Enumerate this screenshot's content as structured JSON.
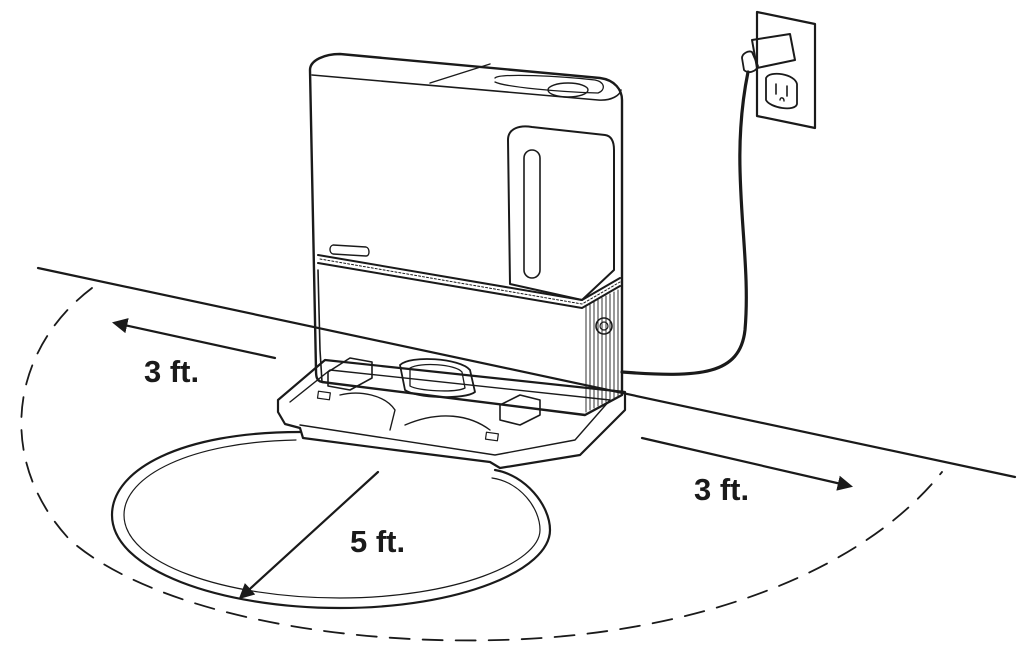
{
  "labels": {
    "left_clearance": "3 ft.",
    "right_clearance": "3 ft.",
    "front_clearance": "5 ft."
  },
  "colors": {
    "line": "#1a1a1a",
    "device_fill": "#ffffff",
    "shadow": "#e9e9e9",
    "background": "#ffffff"
  },
  "icons": {
    "outlet": "wall-outlet-icon",
    "plug": "power-plug-icon",
    "dock": "auto-empty-dock-icon"
  }
}
